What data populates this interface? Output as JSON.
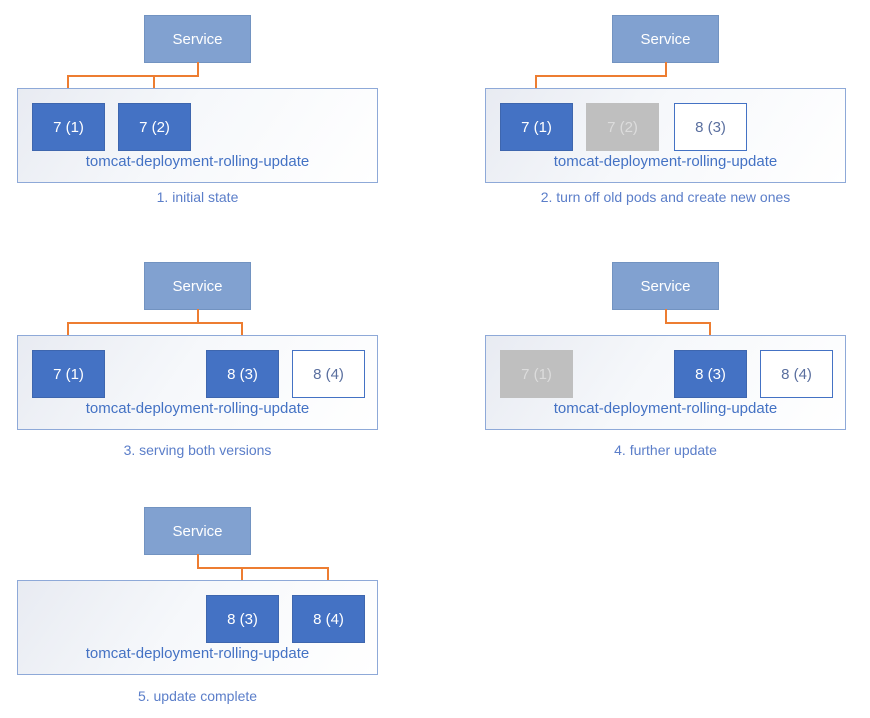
{
  "panels": [
    {
      "id": "1",
      "caption": "1. initial state",
      "service_label": "Service",
      "deployment_label": "tomcat-deployment-rolling-update",
      "pods": [
        {
          "label": "7 (1)",
          "state": "active",
          "slot": 1,
          "receives_traffic": true
        },
        {
          "label": "7 (2)",
          "state": "active",
          "slot": 2,
          "receives_traffic": true
        }
      ]
    },
    {
      "id": "2",
      "caption": "2. turn off old pods and create new ones",
      "service_label": "Service",
      "deployment_label": "tomcat-deployment-rolling-update",
      "pods": [
        {
          "label": "7 (1)",
          "state": "active",
          "slot": 1,
          "receives_traffic": true
        },
        {
          "label": "7 (2)",
          "state": "terminated",
          "slot": 2,
          "receives_traffic": false
        },
        {
          "label": "8 (3)",
          "state": "new",
          "slot": 3,
          "receives_traffic": false
        }
      ]
    },
    {
      "id": "3",
      "caption": "3. serving both versions",
      "service_label": "Service",
      "deployment_label": "tomcat-deployment-rolling-update",
      "pods": [
        {
          "label": "7 (1)",
          "state": "active",
          "slot": 1,
          "receives_traffic": true
        },
        {
          "label": "8 (3)",
          "state": "active",
          "slot": 3,
          "receives_traffic": true
        },
        {
          "label": "8 (4)",
          "state": "new",
          "slot": 4,
          "receives_traffic": false
        }
      ]
    },
    {
      "id": "4",
      "caption": "4. further update",
      "service_label": "Service",
      "deployment_label": "tomcat-deployment-rolling-update",
      "pods": [
        {
          "label": "7 (1)",
          "state": "terminated",
          "slot": 1,
          "receives_traffic": false
        },
        {
          "label": "8 (3)",
          "state": "active",
          "slot": 3,
          "receives_traffic": true
        },
        {
          "label": "8 (4)",
          "state": "new",
          "slot": 4,
          "receives_traffic": false
        }
      ]
    },
    {
      "id": "5",
      "caption": "5. update complete",
      "service_label": "Service",
      "deployment_label": "tomcat-deployment-rolling-update",
      "pods": [
        {
          "label": "8 (3)",
          "state": "active",
          "slot": 3,
          "receives_traffic": true
        },
        {
          "label": "8 (4)",
          "state": "active",
          "slot": 4,
          "receives_traffic": true
        }
      ]
    }
  ],
  "colors": {
    "pod_active_fill": "#4472C4",
    "pod_active_text": "#FFFFFF",
    "pod_terminated_fill": "#BFBFBF",
    "pod_terminated_text": "#DCDCDC",
    "pod_new_fill": "#FFFFFF",
    "pod_new_border": "#4472C4",
    "pod_new_text": "#5A6F9F",
    "service_fill": "#81A1D0",
    "service_border": "#7293C1",
    "service_text": "#FFFFFF",
    "deployment_box_border": "#8EA9D8",
    "deployment_label_text": "#4472C4",
    "caption_text": "#5B7EC9",
    "arrow": "#ED7D31"
  }
}
